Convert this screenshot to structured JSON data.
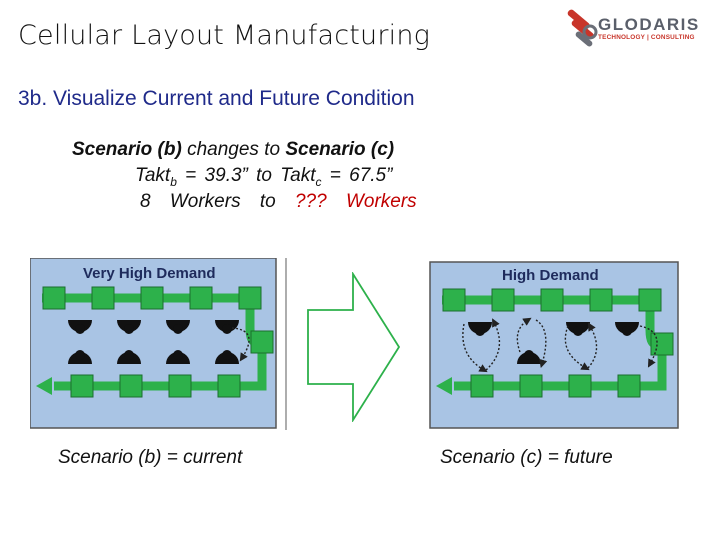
{
  "header": {
    "title": "Cellular Layout Manufacturing",
    "subtitle": "3b. Visualize Current and Future Condition"
  },
  "logo": {
    "name": "GLODARIS",
    "tagline": "TECHNOLOGY | CONSULTING"
  },
  "scenario": {
    "line1_a": "Scenario (b)",
    "line1_b": " changes to ",
    "line1_c": "Scenario (c)",
    "line2_a": "Takt",
    "line2_b_sub": "b",
    "line2_c": " = 39.3” to Takt",
    "line2_d_sub": "c",
    "line2_e": " = 67.5”",
    "line3_a": "8 Workers to ",
    "line3_b": "??? Workers"
  },
  "diagrams": {
    "left_title": "Very High Demand",
    "right_title": "High Demand",
    "left_caption": "Scenario (b) = current",
    "right_caption": "Scenario (c) = future"
  },
  "colors": {
    "panel_bg": "#a9c4e4",
    "station": "#2db14b",
    "worker": "#111111",
    "flow": "#2db14b",
    "accent_red": "#c00000",
    "title_blue": "#1f2a8a"
  }
}
